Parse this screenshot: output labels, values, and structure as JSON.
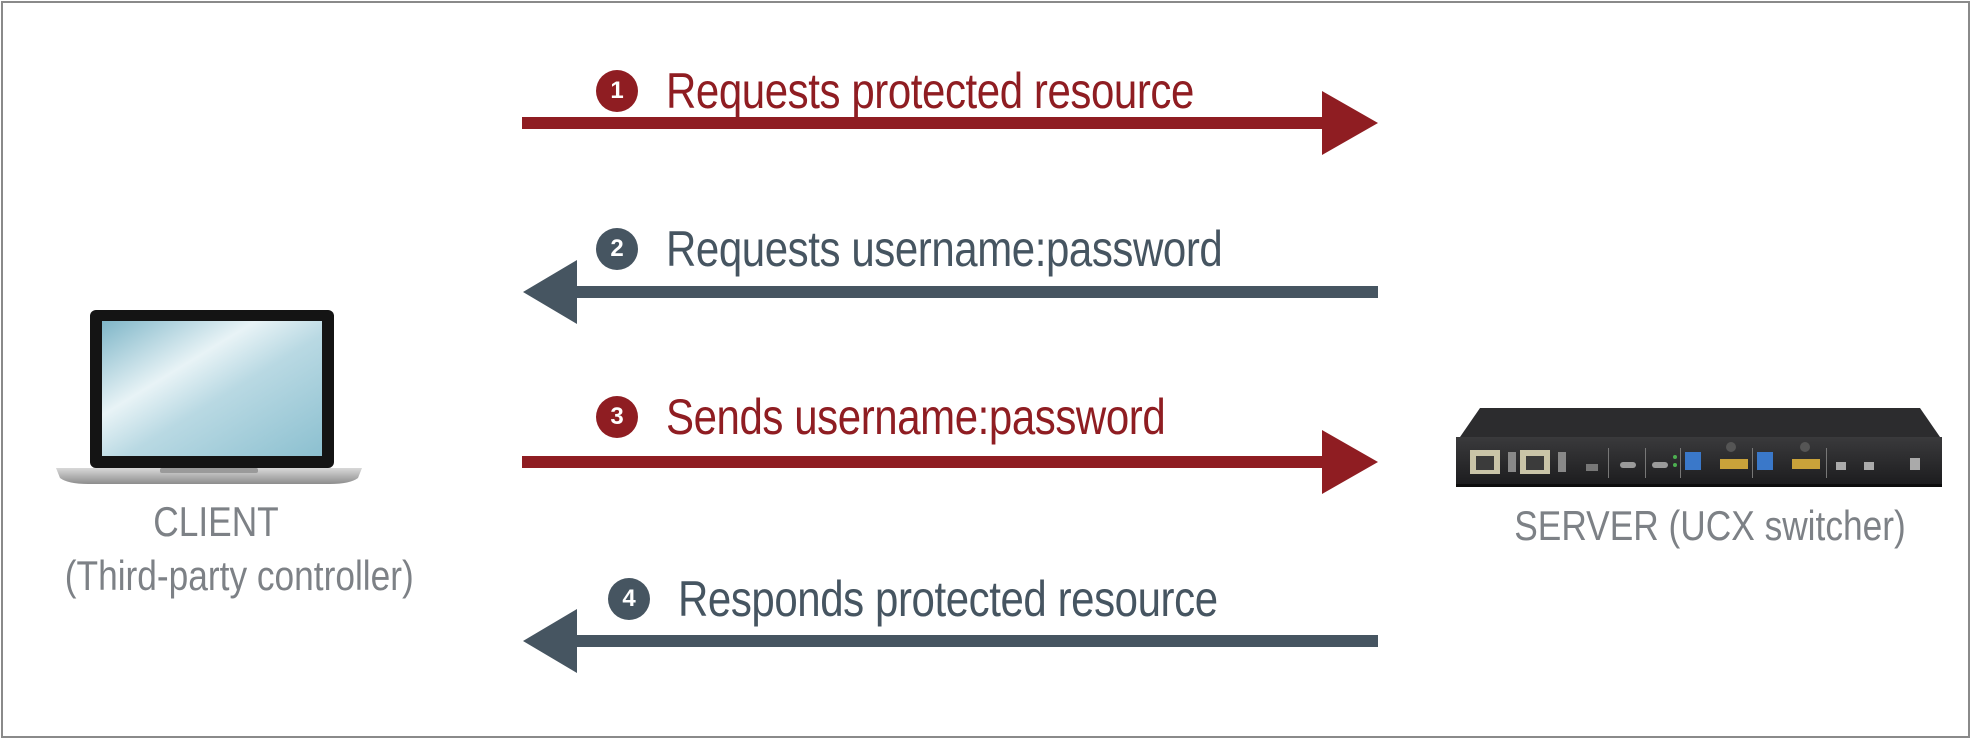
{
  "steps": [
    {
      "number": "1",
      "text": "Requests protected resource",
      "direction": "client-to-server",
      "color": "#8f1d22"
    },
    {
      "number": "2",
      "text": "Requests username:password",
      "direction": "server-to-client",
      "color": "#465561"
    },
    {
      "number": "3",
      "text": "Sends username:password",
      "direction": "client-to-server",
      "color": "#8f1d22"
    },
    {
      "number": "4",
      "text": "Responds protected resource",
      "direction": "server-to-client",
      "color": "#465561"
    }
  ],
  "client": {
    "line1": "CLIENT",
    "line2": "(Third-party controller)",
    "icon": "laptop-icon"
  },
  "server": {
    "label": "SERVER (UCX switcher)",
    "icon": "ucx-switcher-device"
  },
  "colors": {
    "red": "#8f1d22",
    "slate": "#465561",
    "label_gray": "#7d8186",
    "border": "#8a8a8a"
  }
}
